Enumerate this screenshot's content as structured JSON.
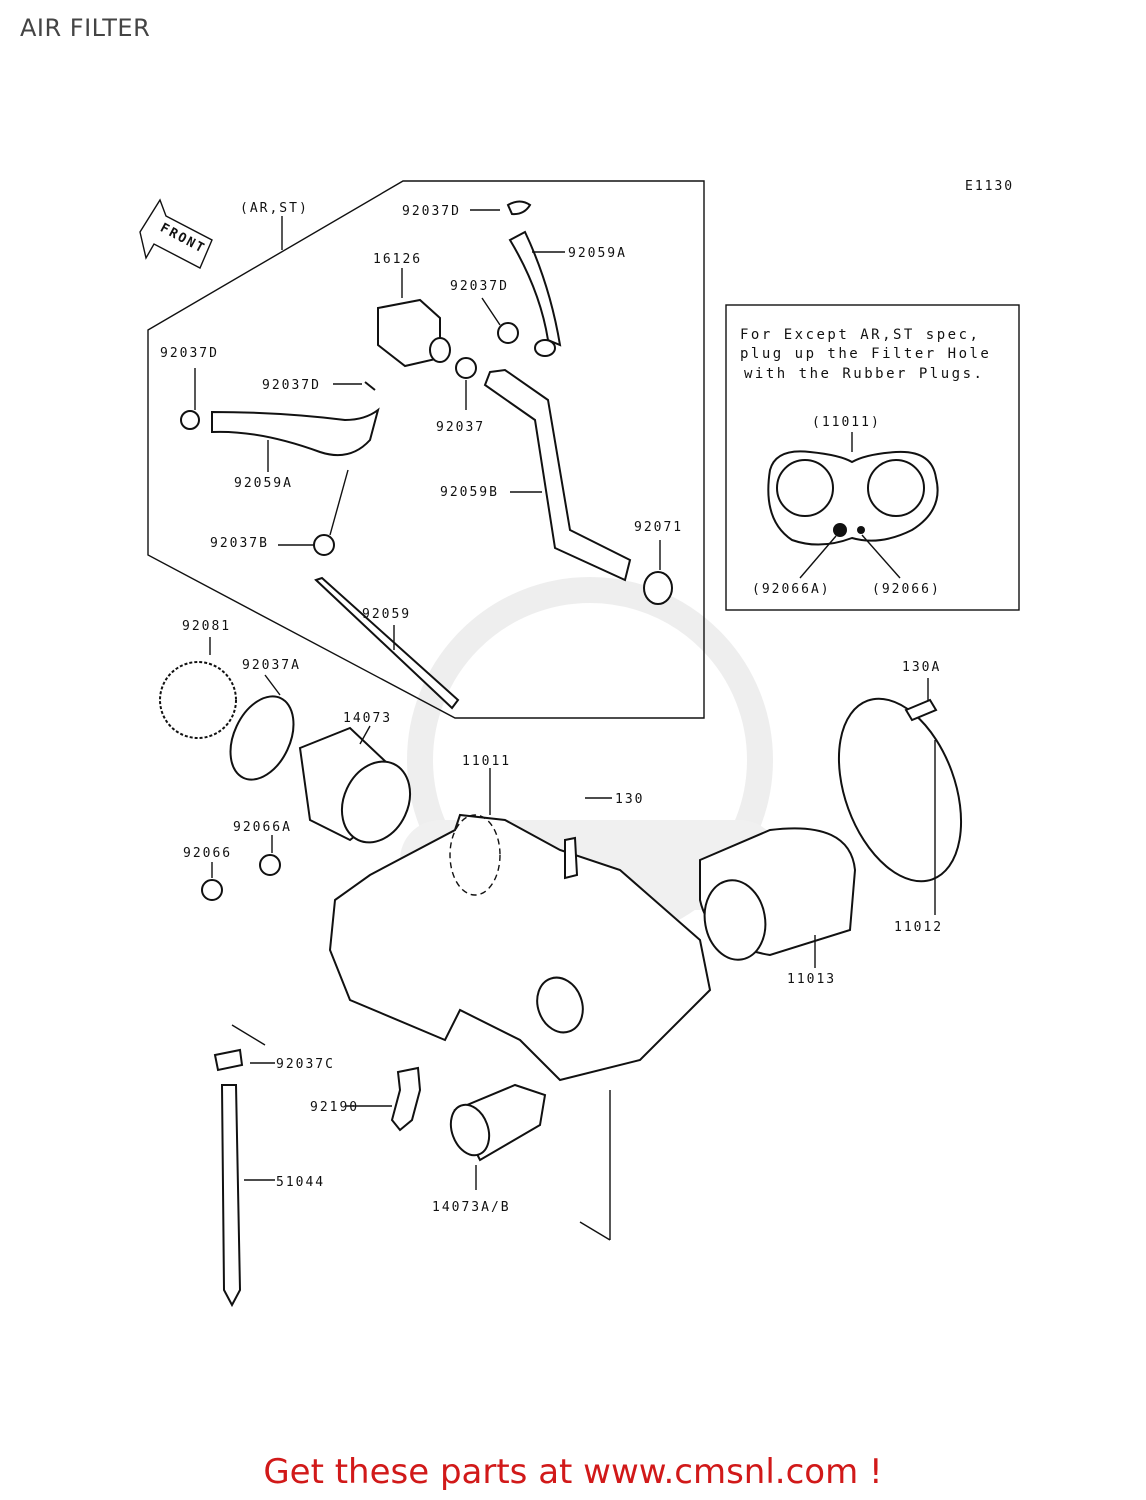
{
  "title": "AIR FILTER",
  "diagram_code": "E1130",
  "front_label": "FRONT",
  "group_label": "(AR,ST)",
  "note_lines": [
    "For Except AR,ST spec,",
    "plug up the Filter Hole",
    "with the Rubber Plugs."
  ],
  "inset_labels": {
    "part": "(11011)",
    "plug_a": "(92066A)",
    "plug": "(92066)"
  },
  "callouts": {
    "p92037D_top": "92037D",
    "p92059A_top": "92059A",
    "p16126": "16126",
    "p92037D_mid": "92037D",
    "p92037D_left": "92037D",
    "p92037D_small": "92037D",
    "p92037": "92037",
    "p92059A_left": "92059A",
    "p92059B": "92059B",
    "p92071": "92071",
    "p92037B": "92037B",
    "p92059": "92059",
    "p92081": "92081",
    "p92037A": "92037A",
    "p14073": "14073",
    "p11011": "11011",
    "p130": "130",
    "p130A": "130A",
    "p92066A": "92066A",
    "p92066": "92066",
    "p11012": "11012",
    "p11013": "11013",
    "p92037C": "92037C",
    "p92190": "92190",
    "p51044": "51044",
    "p14073AB": "14073A/B"
  },
  "footer": "Get these parts at www.cmsnl.com !"
}
